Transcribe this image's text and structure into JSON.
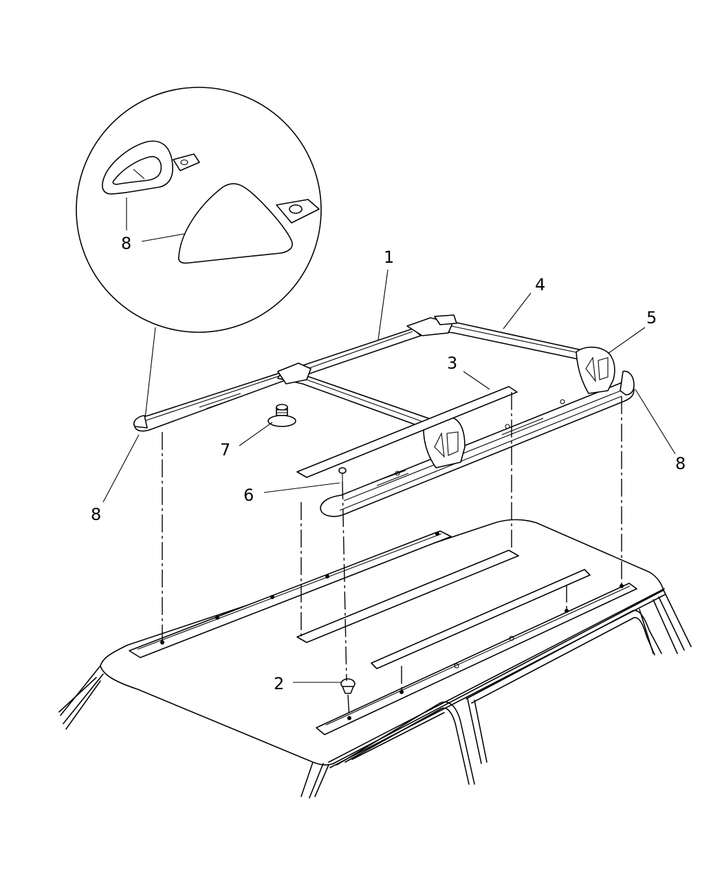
{
  "callouts": {
    "c1": "1",
    "c2": "2",
    "c3": "3",
    "c4": "4",
    "c5": "5",
    "c6": "6",
    "c7": "7",
    "c8_detail": "8",
    "c8_left": "8",
    "c8_right": "8"
  },
  "icons": {
    "detail": "magnified-end-cap-detail",
    "rack": "roof-rack-assembly",
    "roof": "vehicle-roof-outline"
  }
}
